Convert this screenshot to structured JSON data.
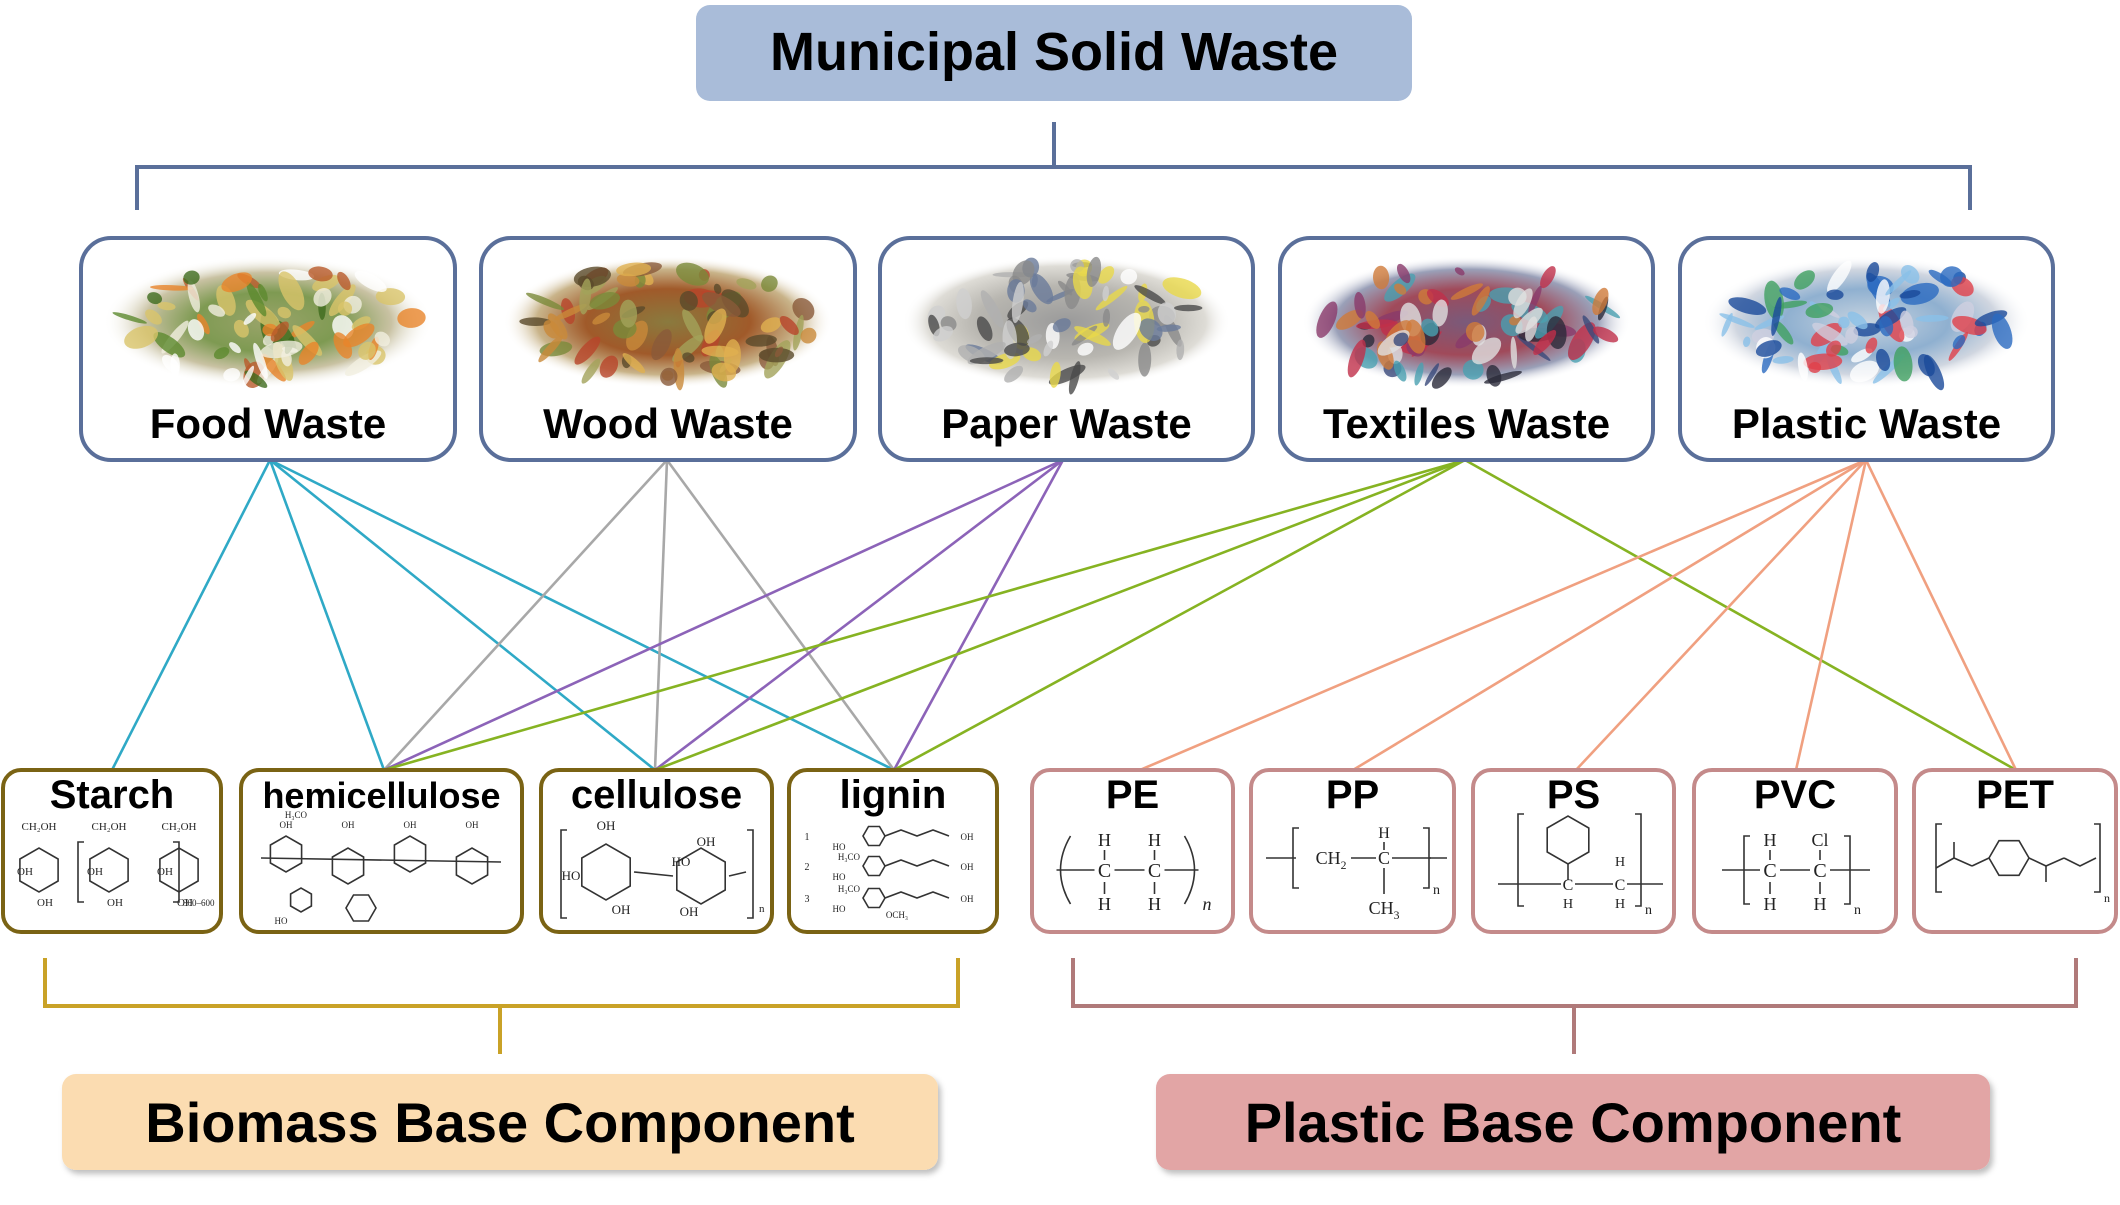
{
  "title": "Municipal Solid Waste",
  "colors": {
    "title_box": "#a9bcd9",
    "waste_border": "#5a6f9a",
    "biomass_border": "#7a6314",
    "plastic_border": "#c48a8a",
    "biomass_bracket": "#c9a227",
    "plastic_bracket": "#b07a7a",
    "biomass_label_box": "#fbdcb1",
    "plastic_label_box": "#e2a5a5"
  },
  "sources": [
    {
      "id": "food",
      "label": "Food Waste",
      "line_color": "#2fa9c6",
      "photo": "food-waste-photo"
    },
    {
      "id": "wood",
      "label": "Wood Waste",
      "line_color": "#a8a8a8",
      "photo": "wood-waste-photo"
    },
    {
      "id": "paper",
      "label": "Paper Waste",
      "line_color": "#8c63b8",
      "photo": "paper-waste-photo"
    },
    {
      "id": "textiles",
      "label": "Textiles Waste",
      "line_color": "#86b322",
      "photo": "textiles-waste-photo"
    },
    {
      "id": "plastic",
      "label": "Plastic Waste",
      "line_color": "#f0a080",
      "photo": "plastic-waste-photo"
    }
  ],
  "components": [
    {
      "id": "starch",
      "label": "Starch",
      "group": "biomass",
      "structure": "starch-structure"
    },
    {
      "id": "hemicellulose",
      "label": "hemicellulose",
      "group": "biomass",
      "structure": "hemicellulose-structure"
    },
    {
      "id": "cellulose",
      "label": "cellulose",
      "group": "biomass",
      "structure": "cellulose-structure"
    },
    {
      "id": "lignin",
      "label": "lignin",
      "group": "biomass",
      "structure": "lignin-structure"
    },
    {
      "id": "pe",
      "label": "PE",
      "group": "plastic",
      "structure": "pe-structure"
    },
    {
      "id": "pp",
      "label": "PP",
      "group": "plastic",
      "structure": "pp-structure"
    },
    {
      "id": "ps",
      "label": "PS",
      "group": "plastic",
      "structure": "ps-structure"
    },
    {
      "id": "pvc",
      "label": "PVC",
      "group": "plastic",
      "structure": "pvc-structure"
    },
    {
      "id": "pet",
      "label": "PET",
      "group": "plastic",
      "structure": "pet-structure"
    }
  ],
  "links": [
    {
      "from": "food",
      "to": "starch"
    },
    {
      "from": "food",
      "to": "hemicellulose"
    },
    {
      "from": "food",
      "to": "cellulose"
    },
    {
      "from": "food",
      "to": "lignin"
    },
    {
      "from": "wood",
      "to": "hemicellulose"
    },
    {
      "from": "wood",
      "to": "cellulose"
    },
    {
      "from": "wood",
      "to": "lignin"
    },
    {
      "from": "paper",
      "to": "hemicellulose"
    },
    {
      "from": "paper",
      "to": "cellulose"
    },
    {
      "from": "paper",
      "to": "lignin"
    },
    {
      "from": "textiles",
      "to": "hemicellulose"
    },
    {
      "from": "textiles",
      "to": "cellulose"
    },
    {
      "from": "textiles",
      "to": "lignin"
    },
    {
      "from": "textiles",
      "to": "pet"
    },
    {
      "from": "plastic",
      "to": "pe"
    },
    {
      "from": "plastic",
      "to": "pp"
    },
    {
      "from": "plastic",
      "to": "ps"
    },
    {
      "from": "plastic",
      "to": "pvc"
    },
    {
      "from": "plastic",
      "to": "pet"
    }
  ],
  "groups": {
    "biomass": {
      "label": "Biomass Base Component"
    },
    "plastic": {
      "label": "Plastic Base Component"
    }
  },
  "chem_labels": {
    "h": "H",
    "cl": "Cl",
    "n": "n",
    "ch2": "CH",
    "ch3": "CH",
    "c": "C",
    "sub2": "2",
    "sub3": "3",
    "oh": "OH",
    "ho": "HO",
    "ch2oh": "CH₂OH",
    "range": "300–600",
    "h3co": "H₃CO",
    "och3": "OCH₃",
    "idx1": "1",
    "idx2": "2",
    "idx3": "3"
  }
}
